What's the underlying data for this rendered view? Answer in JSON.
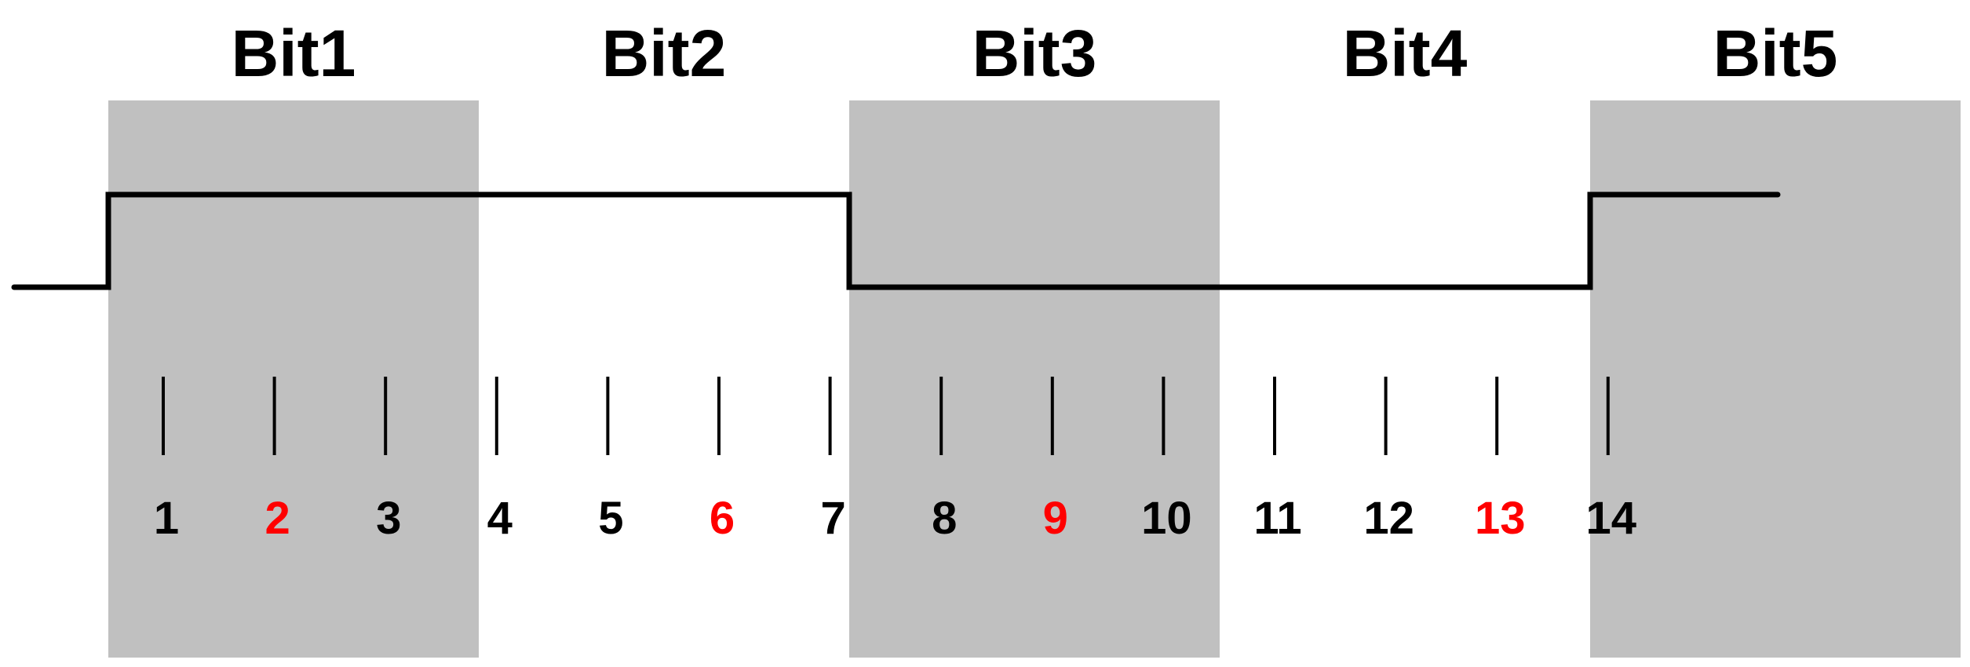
{
  "bits": [
    {
      "label": "Bit1",
      "shaded": true
    },
    {
      "label": "Bit2",
      "shaded": false
    },
    {
      "label": "Bit3",
      "shaded": true
    },
    {
      "label": "Bit4",
      "shaded": false
    },
    {
      "label": "Bit5",
      "shaded": true
    }
  ],
  "samples": [
    {
      "label": "1",
      "highlight": false
    },
    {
      "label": "2",
      "highlight": true
    },
    {
      "label": "3",
      "highlight": false
    },
    {
      "label": "4",
      "highlight": false
    },
    {
      "label": "5",
      "highlight": false
    },
    {
      "label": "6",
      "highlight": true
    },
    {
      "label": "7",
      "highlight": false
    },
    {
      "label": "8",
      "highlight": false
    },
    {
      "label": "9",
      "highlight": true
    },
    {
      "label": "10",
      "highlight": false
    },
    {
      "label": "11",
      "highlight": false
    },
    {
      "label": "12",
      "highlight": false
    },
    {
      "label": "13",
      "highlight": true
    },
    {
      "label": "14",
      "highlight": false
    }
  ],
  "signal_levels": [
    1,
    1,
    0,
    0,
    1
  ],
  "colors": {
    "shade": "#c0c0c0",
    "line": "#000000",
    "text": "#000000",
    "highlight": "#ff0000"
  }
}
